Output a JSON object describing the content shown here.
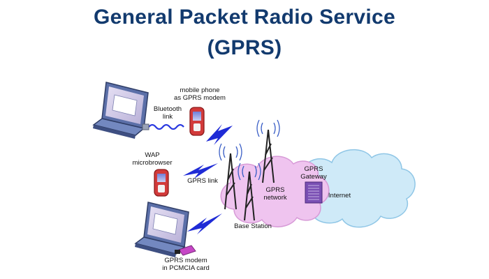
{
  "title": {
    "line1": "General Packet Radio Service",
    "line2": "(GPRS)"
  },
  "labels": {
    "mobile_phone_line1": "mobile phone",
    "mobile_phone_line2": "as GPRS modem",
    "bluetooth_line1": "Bluetooth",
    "bluetooth_line2": "link",
    "wap_line1": "WAP",
    "wap_line2": "microbrowser",
    "gprs_link": "GPRS link",
    "gprs_network_line1": "GPRS",
    "gprs_network_line2": "network",
    "gprs_gateway_line1": "GPRS",
    "gprs_gateway_line2": "Gateway",
    "internet": "Internet",
    "base_station": "Base Station",
    "pcmcia_line1": "GPRS modem",
    "pcmcia_line2": "in PCMCIA card"
  },
  "colors": {
    "title": "#123a6e",
    "network_cloud": "#efc4ef",
    "internet_cloud": "#cfeaf8",
    "wireless_link": "#1f2bd6",
    "phone_body": "#d23a3a",
    "gateway": "#7a4fb3",
    "tower": "#222222"
  },
  "icons": [
    "laptop-icon",
    "mobile-phone-icon",
    "antenna-tower-icon",
    "cloud-icon",
    "gateway-icon",
    "pcmcia-card-icon",
    "lightning-link-icon",
    "bluetooth-wave-icon"
  ]
}
